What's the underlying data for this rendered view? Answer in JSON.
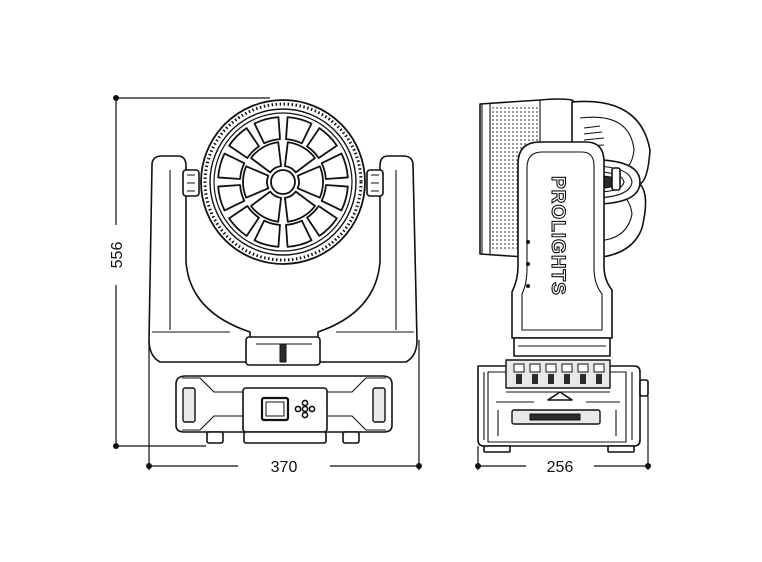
{
  "dimensions": {
    "height": "556",
    "front_width": "370",
    "side_depth": "256"
  },
  "brand": "PROLIGHTS"
}
